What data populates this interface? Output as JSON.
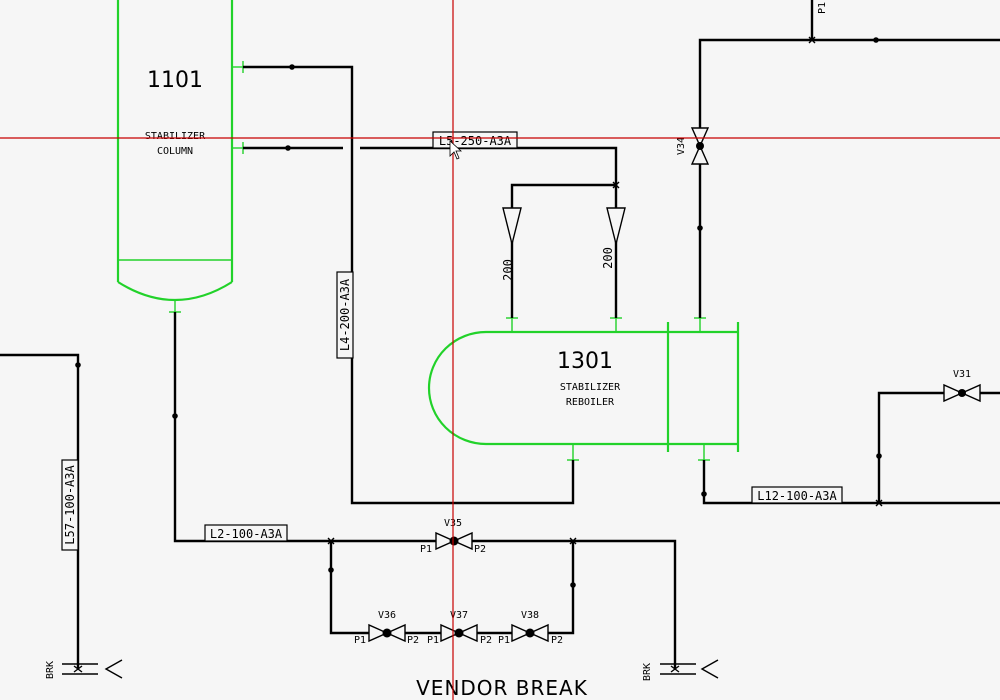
{
  "equipment": {
    "column": {
      "tag": "1101",
      "name_line1": "STABILIZER",
      "name_line2": "COLUMN"
    },
    "reboiler": {
      "tag": "1301",
      "name_line1": "STABILIZER",
      "name_line2": "REBOILER"
    }
  },
  "lines": {
    "l5": "L5-250-A3A",
    "l4": "L4-200-A3A",
    "l57": "L57-100-A3A",
    "l2": "L2-100-A3A",
    "l12": "L12-100-A3A"
  },
  "valves": {
    "v34": "V34",
    "v35": "V35",
    "v36": "V36",
    "v37": "V37",
    "v38": "V38",
    "v31": "V31"
  },
  "ports": {
    "p1": "P1",
    "p2": "P2"
  },
  "sizes": {
    "left_branch": "200",
    "right_branch": "200"
  },
  "breaks": {
    "left": "BRK",
    "right": "BRK",
    "vendor": "VENDOR BREAK"
  },
  "top_right_label": "P1",
  "colors": {
    "equipment": "#22d22a",
    "crosshair": "#c80000",
    "pipe": "#000000"
  }
}
